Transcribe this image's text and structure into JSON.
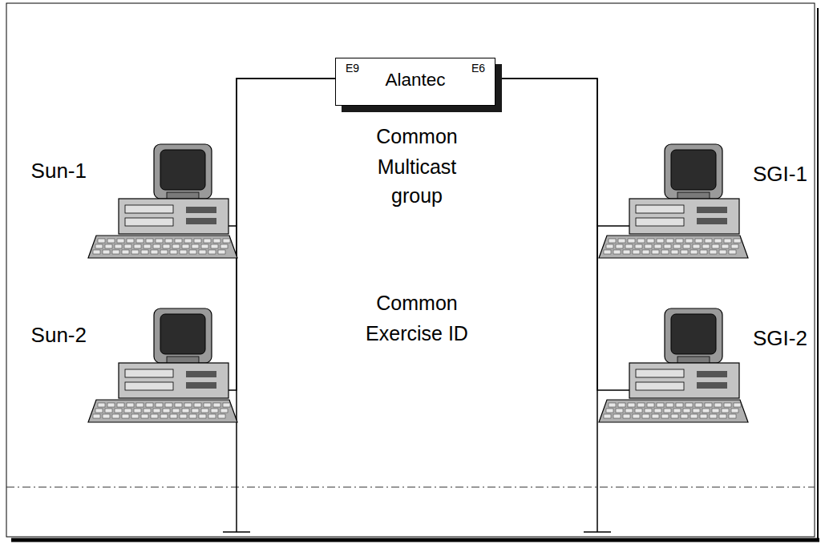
{
  "diagram": {
    "nodes": [
      {
        "text": [
          "E9",
          "Alantec",
          "E6"
        ]
      },
      {
        "text": [
          "Sun-1"
        ]
      },
      {
        "text": [
          "Sun-2"
        ]
      },
      {
        "text": [
          "SGI-1"
        ]
      },
      {
        "text": [
          "SGI-2"
        ]
      }
    ],
    "edges": [
      {
        "from": 0,
        "to": 1,
        "arrow": "none"
      },
      {
        "from": 0,
        "to": 2,
        "arrow": "none"
      },
      {
        "from": 0,
        "to": 3,
        "arrow": "none"
      },
      {
        "from": 0,
        "to": 4,
        "arrow": "none"
      }
    ],
    "labels": [
      "Common",
      "Multicast",
      "group",
      "Common",
      "Exercise ID"
    ]
  }
}
